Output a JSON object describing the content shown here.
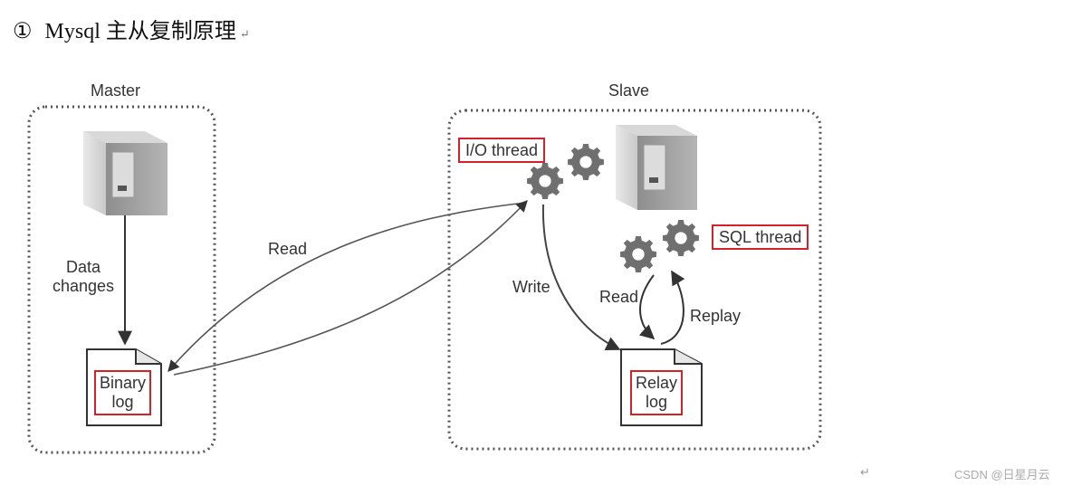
{
  "heading": {
    "number": "①",
    "title": "Mysql 主从复制原理",
    "return_mark": "↵"
  },
  "master": {
    "title": "Master",
    "data_changes": "Data\nchanges",
    "binary_log": "Binary\nlog"
  },
  "slave": {
    "title": "Slave",
    "io_thread": "I/O thread",
    "sql_thread": "SQL thread",
    "relay_log": "Relay\nlog",
    "write": "Write",
    "read": "Read",
    "replay": "Replay"
  },
  "read_arrow": "Read",
  "footer": {
    "return_mark": "↵",
    "watermark": "CSDN @日星月云"
  },
  "colors": {
    "highlight": "#d2232a",
    "line": "#333333",
    "dotted": "#555555"
  }
}
